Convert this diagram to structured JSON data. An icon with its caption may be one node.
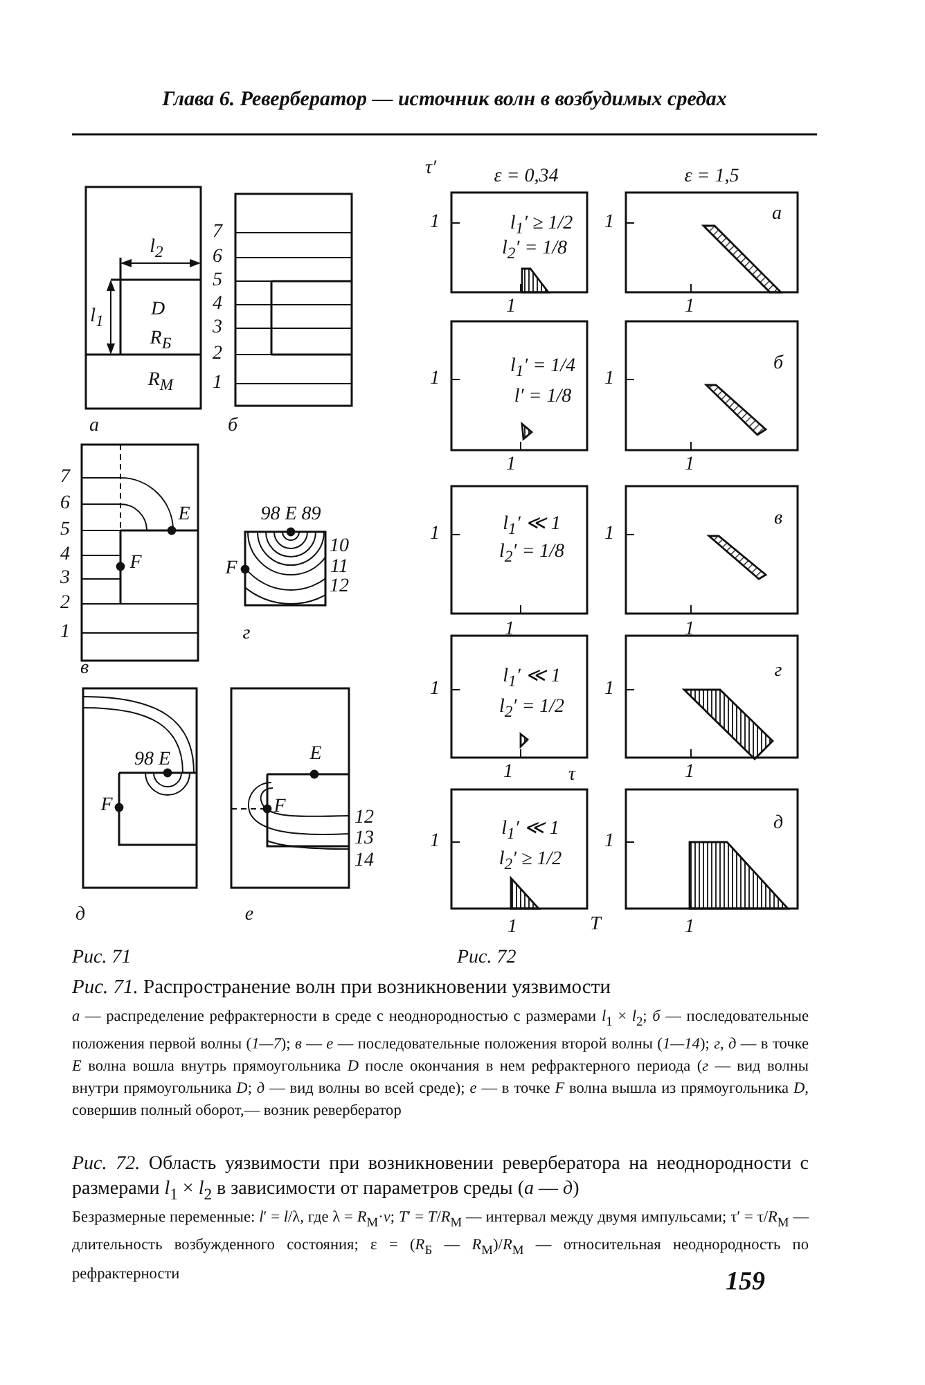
{
  "diagram": {
    "title": "Глава 6. Ревербератор — источник волн в возбудимых средах",
    "labels": [
      "l$_{2}$",
      "l$_{1}$",
      "D",
      "R$_{Б}$",
      "R$_{М}$",
      "а",
      "б",
      "7",
      "6",
      "5",
      "4",
      "3",
      "2",
      "1",
      "7",
      "6",
      "5",
      "4",
      "3",
      "2",
      "1",
      "E",
      "F",
      "в",
      "98 E 89",
      "10",
      "11",
      "12",
      "F",
      "г",
      "98 E",
      "F",
      "д",
      "E",
      "F",
      "12",
      "13",
      "14",
      "е",
      "τ′",
      "ε = 0,34",
      "ε = 1,5",
      "1",
      "l$_{1}$′ ≥ 1/2",
      "l$_{2}$′ = 1/8",
      "1",
      "1",
      "а",
      "1",
      "1",
      "l$_{1}$′ = 1/4",
      "l′ = 1/8",
      "1",
      "1",
      "б",
      "1",
      "1",
      "l$_{1}$′ ≪ 1",
      "l$_{2}$′ = 1/8",
      "1",
      "1",
      "в",
      "1",
      "1",
      "l$_{1}$′ ≪ 1",
      "l$_{2}$′ = 1/2",
      "1",
      "τ",
      "1",
      "г",
      "1",
      "1",
      "l$_{1}$′ ≪ 1",
      "l$_{2}$′ ≥ 1/2",
      "1",
      "T",
      "1",
      "д",
      "1",
      "Рис. 71",
      "Рис. 72",
      "*Рис. 71.* Распространение волн при возникновении уязвимости",
      "*а* — распределение рефрактерности в среде с неоднородностью с размерами *l*$_{1}$ × *l*$_{2}$; *б* — последовательные положения первой волны (*1—7*); *в* — *е* — последовательные положения второй волны (*1—14*); *г*, *д* — в точке *E* волна вошла внутрь прямоугольника *D* после окончания в нем рефрактерного периода (*г* — вид волны внутри прямоугольника *D*; *д* — вид волны во всей среде); *е* — в точке *F* волна вышла из прямоугольника *D*, совершив полный оборот,— возник ревербератор",
      "*Рис. 72.* Область уязвимости при возникновении ревербератора на неоднородности с размерами *l*$_{1}$ × *l*$_{2}$ в зависимости от параметров среды (*а* — *д*)",
      "Безразмерные переменные: *l*′ = *l*/λ, где λ = *R*$_{М}$·*v*; *T*′ = *T*/*R*$_{М}$ — интервал между двумя импульсами; τ′ = τ/*R*$_{М}$ — длительность возбужденного состояния; ε = (*R*$_{Б}$ — *R*$_{М}$)/*R*$_{М}$ — относительная неоднородность по рефрактерности",
      "159"
    ]
  }
}
